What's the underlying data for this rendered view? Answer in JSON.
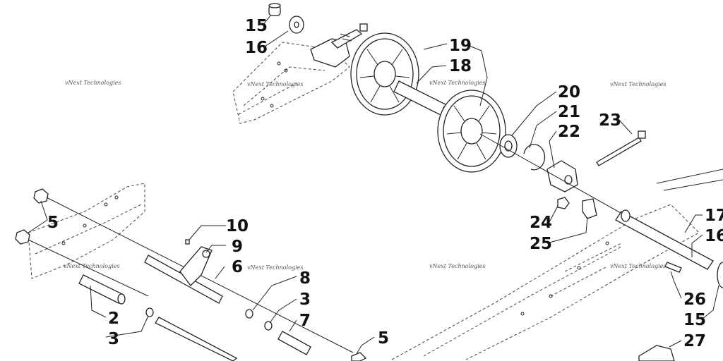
{
  "watermark": "vNext Technologies",
  "callouts": {
    "c15a": "15",
    "c16a": "16",
    "c19": "19",
    "c18": "18",
    "c20": "20",
    "c21": "21",
    "c22": "22",
    "c23": "23",
    "c5a": "5",
    "c10": "10",
    "c9": "9",
    "c6": "6",
    "c8": "8",
    "c3a": "3",
    "c7": "7",
    "c2": "2",
    "c3b": "3",
    "c5b": "5",
    "c24": "24",
    "c25": "25",
    "c17": "17",
    "c16b": "16",
    "c26": "26",
    "c15b": "15",
    "c27": "27"
  }
}
